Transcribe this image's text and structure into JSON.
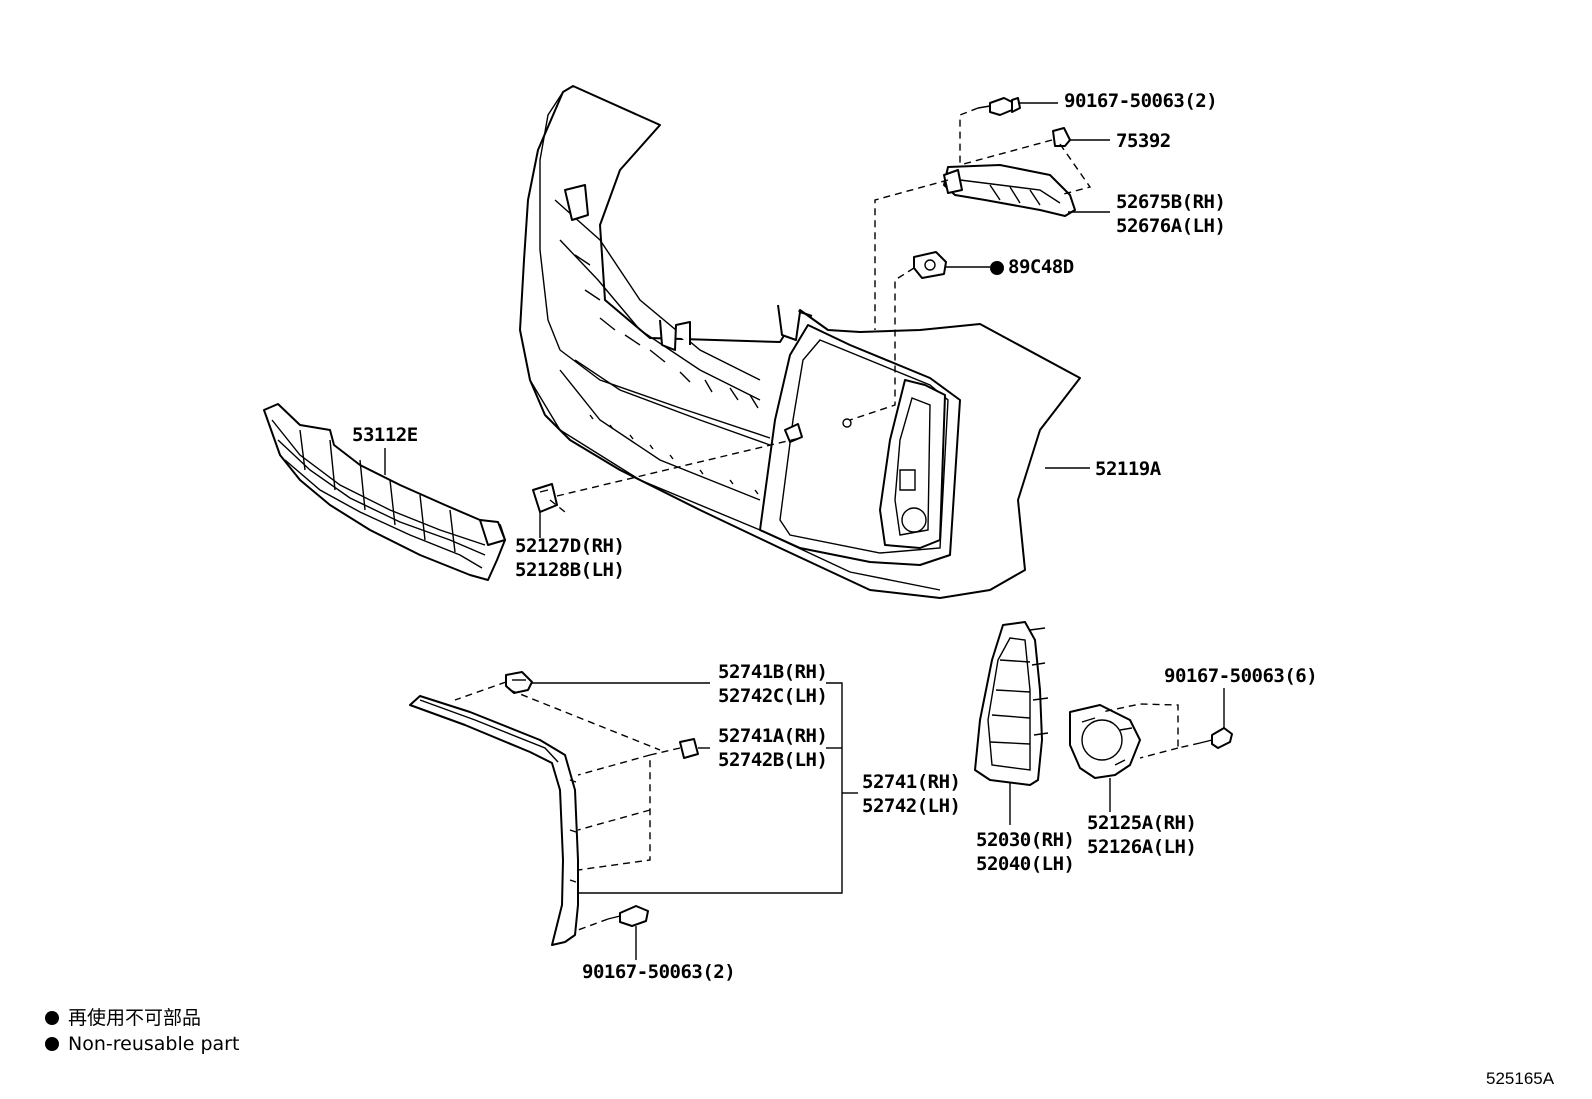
{
  "diagram": {
    "labels": {
      "bolt_top": "90167-50063(2)",
      "clip_75392": "75392",
      "bracket_rh": "52675B(RH)",
      "bracket_lh": "52676A(LH)",
      "sensor": "89C48D",
      "grille": "53112E",
      "bumper": "52119A",
      "cap_rh": "52127D(RH)",
      "cap_lh": "52128B(LH)",
      "clip_b_rh": "52741B(RH)",
      "clip_c_lh": "52742C(LH)",
      "clip_a_rh": "52741A(RH)",
      "clip_b_lh": "52742B(LH)",
      "moulding_rh": "52741(RH)",
      "moulding_lh": "52742(LH)",
      "bolt_right": "90167-50063(6)",
      "cover_rh": "52030(RH)",
      "cover_lh": "52040(LH)",
      "fog_rh": "52125A(RH)",
      "fog_lh": "52126A(LH)",
      "bolt_bottom": "90167-50063(2)"
    },
    "legend": {
      "line1": "再使用不可部品",
      "line2": "Non-reusable part"
    },
    "ref_code": "525165A"
  }
}
